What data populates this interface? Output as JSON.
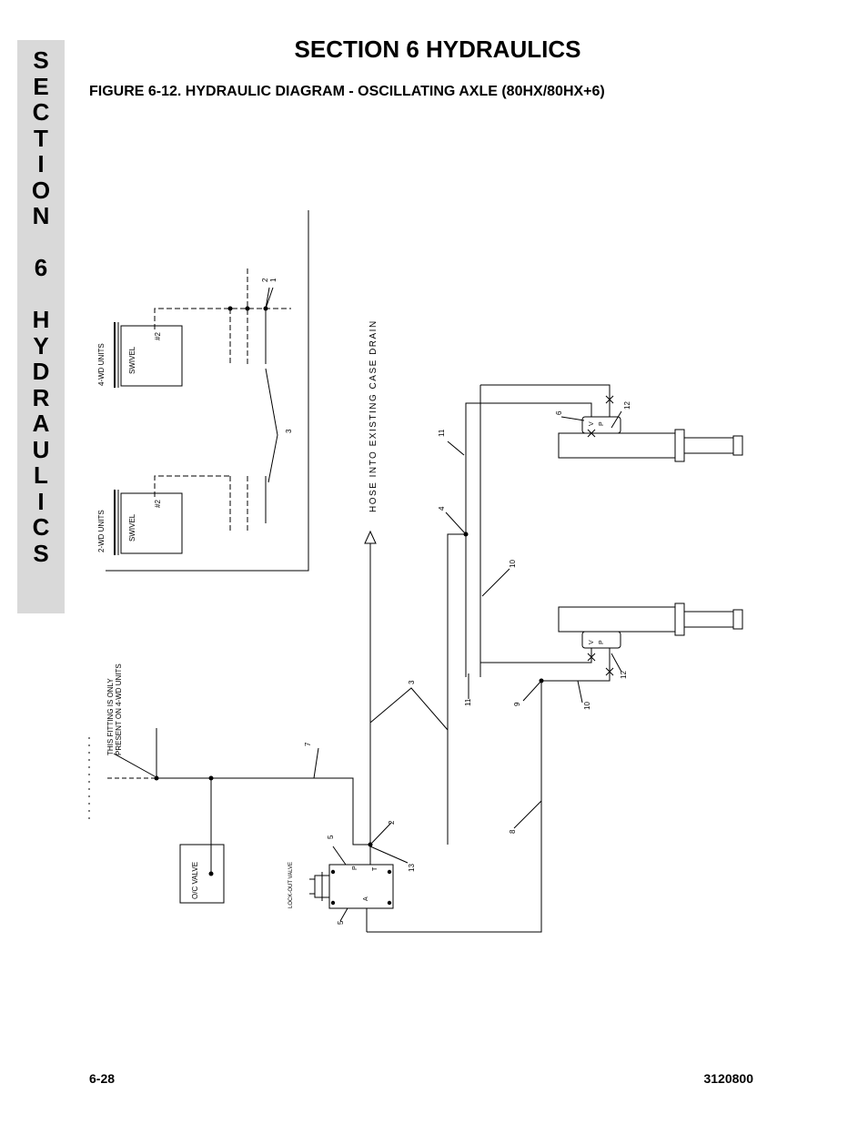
{
  "header": {
    "section_title": "SECTION 6  HYDRAULICS",
    "figure_title": "FIGURE 6-12.  HYDRAULIC DIAGRAM - OSCILLATING AXLE (80HX/80HX+6)"
  },
  "side_tab": {
    "letters": [
      "S",
      "E",
      "C",
      "T",
      "I",
      "O",
      "N",
      "",
      "6",
      "",
      "H",
      "Y",
      "D",
      "R",
      "A",
      "U",
      "L",
      "I",
      "C",
      "S"
    ]
  },
  "diagram": {
    "units_4wd": "4-WD UNITS",
    "units_2wd": "2-WD UNITS",
    "swivel": "SWIVEL",
    "port_2": "#2",
    "hose_note": "HOSE INTO EXISTING CASE DRAIN",
    "fitting_note_line1": "THIS FITTING IS ONLY",
    "fitting_note_line2": "PRESENT ON 4-WD UNITS",
    "oc_valve": "O/C VALVE",
    "lockout_valve": "LOCK-OUT VALVE",
    "port_p": "P",
    "port_t": "T",
    "port_a": "A",
    "port_v": "V",
    "callouts": [
      "1",
      "2",
      "3",
      "4",
      "5",
      "6",
      "7",
      "8",
      "9",
      "10",
      "11",
      "12",
      "13"
    ]
  },
  "footer": {
    "page_number": "6-28",
    "doc_number": "3120800"
  }
}
